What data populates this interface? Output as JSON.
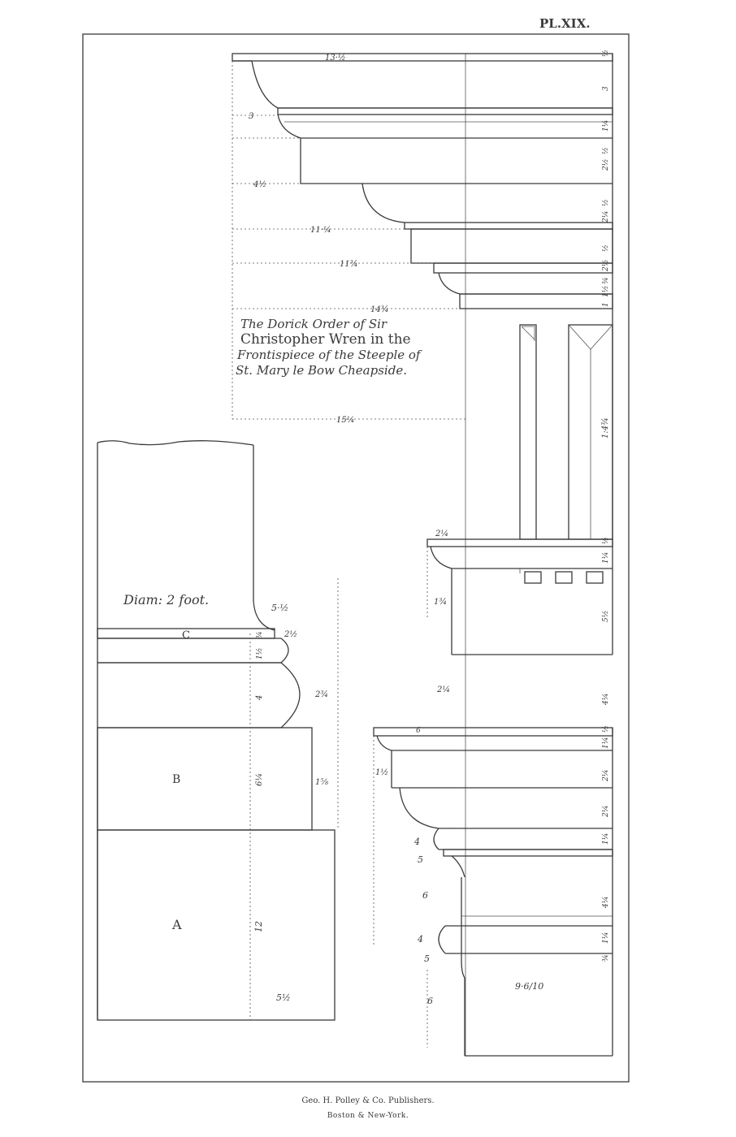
{
  "plate": "PL.XIX.",
  "title": {
    "line1": "The Dorick Order of Sir",
    "line2": "Christopher Wren in the",
    "line3": "Frontispiece of the Steeple of",
    "line4": "St. Mary le Bow Cheapside."
  },
  "diameter": "Diam: 2 foot.",
  "section_labels": {
    "a": "A",
    "b": "B",
    "c": "C"
  },
  "cornice_projections": [
    "13·½",
    "3",
    "4½",
    "11·¼",
    "11¾",
    "14¾",
    "15¼"
  ],
  "cornice_heights": [
    "½",
    "3",
    "1¼",
    "½",
    "2½",
    "½",
    "2¼",
    "½",
    "2½",
    "¾",
    "1½",
    "1"
  ],
  "triglyph_height": "1:4¾",
  "capital_measures": [
    "2¼",
    "1¾",
    "½",
    "1¼",
    "5½",
    "2¼",
    "4¼"
  ],
  "base_measures": [
    "6",
    "1½",
    "½",
    "1¼",
    "2¼",
    "2¼",
    "4",
    "5",
    "1¼",
    "6",
    "4¼",
    "4",
    "5",
    "¾",
    "1¼",
    "6",
    "9·6/10"
  ],
  "pedestal_measures": [
    "5·½",
    "2½",
    "¾",
    "1½",
    "2¾",
    "4",
    "6¼",
    "1⅝",
    "12",
    "5½"
  ],
  "publisher": {
    "line1": "Geo. H. Polley & Co. Publishers.",
    "line2": "Boston & New-York."
  }
}
